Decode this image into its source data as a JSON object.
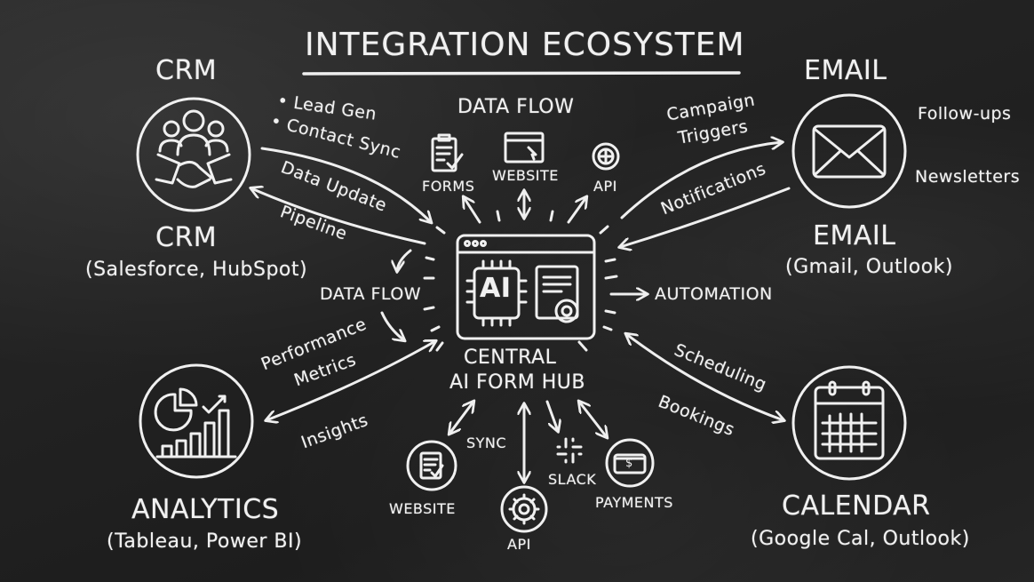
{
  "title": "INTEGRATION ECOSYSTEM",
  "hub": {
    "label_line1": "CENTRAL",
    "label_line2": "AI FORM HUB",
    "chip_text": "AI"
  },
  "crm": {
    "heading": "CRM",
    "name": "CRM",
    "examples": "(Salesforce, HubSpot)",
    "bullets": [
      "Lead Gen",
      "Contact Sync"
    ],
    "links": [
      "Data Update",
      "Pipeline"
    ]
  },
  "email": {
    "heading": "EMAIL",
    "name": "EMAIL",
    "examples": "(Gmail, Outlook)",
    "side_labels": [
      "Follow-ups",
      "Newsletters"
    ],
    "links": [
      "Campaign",
      "Triggers",
      "Notifications"
    ]
  },
  "analytics": {
    "name": "ANALYTICS",
    "examples": "(Tableau, Power BI)",
    "links": [
      "Performance",
      "Metrics",
      "Insights"
    ]
  },
  "calendar": {
    "name": "CALENDAR",
    "examples": "(Google Cal, Outlook)",
    "links": [
      "Scheduling",
      "Bookings"
    ]
  },
  "data_flow_top": {
    "heading": "DATA FLOW",
    "items": [
      "FORMS",
      "WEBSITE",
      "API"
    ]
  },
  "left_flow_label": "DATA FLOW",
  "right_flow_label": "AUTOMATION",
  "bottom": {
    "sync_label": "SYNC",
    "items": [
      "WEBSITE",
      "API",
      "SLACK",
      "PAYMENTS"
    ]
  },
  "colors": {
    "board": "#222222",
    "chalk": "#f1f1f1"
  }
}
